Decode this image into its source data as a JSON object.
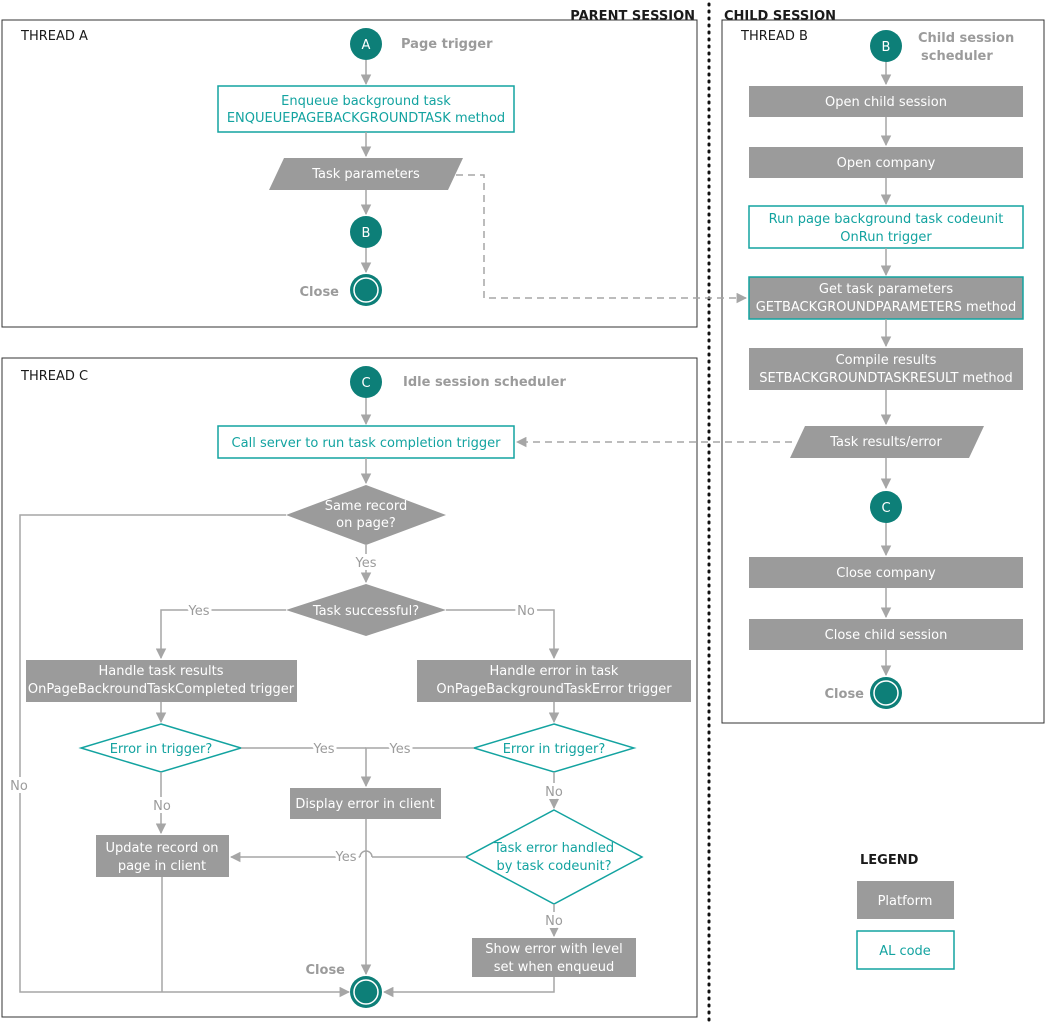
{
  "sessions": {
    "parent": "PARENT SESSION",
    "child": "CHILD SESSION"
  },
  "threads": {
    "a": "THREAD A",
    "b": "THREAD B",
    "c": "THREAD C"
  },
  "connectors": {
    "a": "A",
    "b": "B",
    "c": "C"
  },
  "thread_a": {
    "trigger": "Page trigger",
    "enqueue_line1": "Enqueue background task",
    "enqueue_line2": "ENQUEUEPAGEBACKGROUNDTASK method",
    "params": "Task parameters",
    "close": "Close"
  },
  "thread_b": {
    "scheduler_line1": "Child session",
    "scheduler_line2": "scheduler",
    "open_child": "Open child session",
    "open_company": "Open company",
    "run_line1": "Run page background task codeunit",
    "run_line2": "OnRun trigger",
    "get_line1": "Get task parameters",
    "get_line2": "GETBACKGROUNDPARAMETERS method",
    "compile_line1": "Compile results",
    "compile_line2": "SETBACKGROUNDTASKRESULT method",
    "results": "Task results/error",
    "close_company": "Close company",
    "close_child": "Close child session",
    "close": "Close"
  },
  "thread_c": {
    "scheduler": "Idle session scheduler",
    "call_server": "Call server to run task completion trigger",
    "same_record_line1": "Same record",
    "same_record_line2": "on page?",
    "task_successful": "Task successful?",
    "handle_results_line1": "Handle task results",
    "handle_results_line2": "OnPageBackroundTaskCompleted trigger",
    "handle_error_line1": "Handle error in task",
    "handle_error_line2": "OnPageBackgroundTaskError trigger",
    "error_in_trigger": "Error in trigger?",
    "display_error": "Display error in client",
    "update_line1": "Update record on",
    "update_line2": "page in client",
    "handled_line1": "Task error handled",
    "handled_line2": "by task codeunit?",
    "show_error_line1": "Show error with level",
    "show_error_line2": "set when enqueud",
    "close": "Close"
  },
  "edge_labels": {
    "yes": "Yes",
    "no": "No"
  },
  "legend": {
    "title": "LEGEND",
    "platform": "Platform",
    "al_code": "AL code"
  },
  "colors": {
    "platform_fill": "#9b9b9b",
    "al_stroke": "#13a3a0",
    "connector_fill": "#0d7f78",
    "line": "#a6a6a6",
    "border": "#333333"
  }
}
